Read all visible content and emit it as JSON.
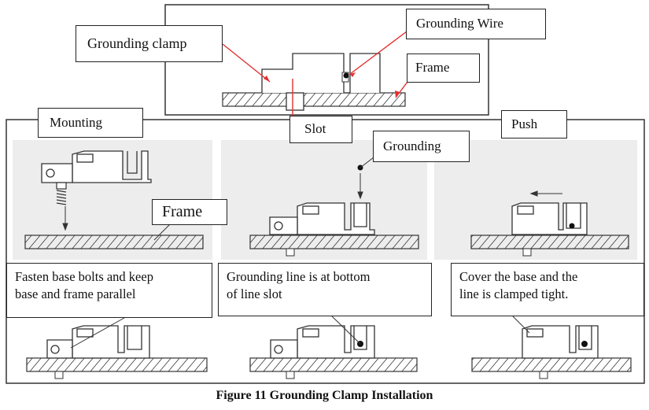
{
  "top_detail": {
    "labels": {
      "grounding_clamp": "Grounding clamp",
      "grounding_wire": "Grounding Wire",
      "frame": "Frame"
    }
  },
  "slot_label": "Slot",
  "panels": [
    {
      "title": "Mounting",
      "callout": "Frame",
      "note_lines": [
        "Fasten base bolts and keep",
        "base and frame parallel"
      ]
    },
    {
      "callout": "Grounding",
      "note_lines": [
        "Grounding line is at bottom",
        "of line slot"
      ]
    },
    {
      "title": "Push",
      "note_lines": [
        "Cover the base and the",
        "line is clamped tight."
      ]
    }
  ],
  "caption": "Figure 11 Grounding Clamp Installation",
  "colors": {
    "leader_red": "#e23030",
    "line": "#222222",
    "panel_bg": "#ededed"
  }
}
